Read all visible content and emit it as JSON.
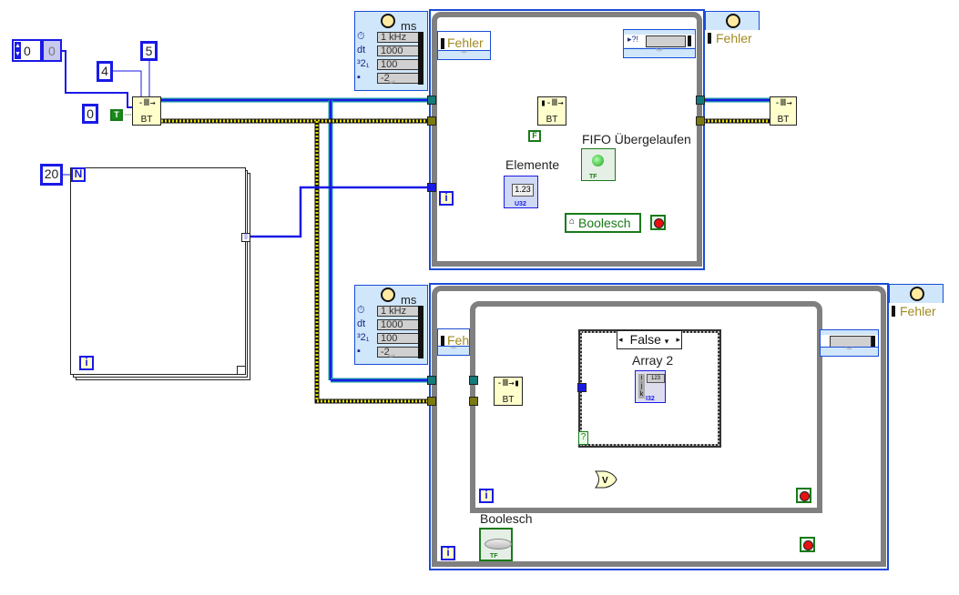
{
  "diagram": {
    "title": "LabVIEW block diagram - RT FIFO producer/consumer",
    "colors": {
      "numeric_wire": "#1a1ae6",
      "error_wire": "#c8b400",
      "boolean_wire": "#1a7a1a",
      "loop_frame": "#808080",
      "timed_loop_border": "#1a4cd6"
    }
  },
  "constants": {
    "control_spinner": "0",
    "control_indicator": "0",
    "const_4": "4",
    "const_5": "5",
    "const_0": "0",
    "bool_true": "T",
    "bool_false": "F",
    "loop_count": "20",
    "n_terminal": "N"
  },
  "nodes": {
    "create_fifo": {
      "label": "BT",
      "icon": "rt-fifo-create-icon"
    },
    "write_fifo": {
      "label": "BT",
      "icon": "rt-fifo-write-icon"
    },
    "read_fifo": {
      "label": "BT",
      "icon": "rt-fifo-read-icon"
    },
    "delete_fifo": {
      "label": "BT",
      "icon": "rt-fifo-delete-icon"
    },
    "or_gate": {
      "label": "V"
    }
  },
  "timed_loop_1": {
    "unit": "ms",
    "inputs": [
      {
        "icon": "timing-source-icon",
        "label": "",
        "value": "1 kHz"
      },
      {
        "icon": "",
        "label": "dt",
        "value": "1000"
      },
      {
        "icon": "priority-icon",
        "label": "³2₁",
        "value": "100"
      },
      {
        "icon": "processor-icon",
        "label": "",
        "value": "-2"
      }
    ],
    "error_in": "Fehler",
    "error_out": "Fehler"
  },
  "timed_loop_2": {
    "unit": "ms",
    "inputs": [
      {
        "icon": "timing-source-icon",
        "label": "",
        "value": "1 kHz"
      },
      {
        "icon": "",
        "label": "dt",
        "value": "1000"
      },
      {
        "icon": "priority-icon",
        "label": "³2₁",
        "value": "100"
      },
      {
        "icon": "processor-icon",
        "label": "",
        "value": "-2"
      }
    ],
    "error_in": "Feh",
    "error_out": "Fehler"
  },
  "indicators": {
    "elemente": {
      "label": "Elemente",
      "display": "1.23",
      "type": "U32"
    },
    "fifo_overflow": {
      "label": "FIFO Übergelaufen",
      "type": "TF"
    },
    "array2": {
      "label": "Array 2",
      "display": "123",
      "type": "I32",
      "indices": [
        "i",
        "j",
        "k"
      ]
    },
    "boolesch_local": {
      "label": "Boolesch"
    },
    "boolesch_control": {
      "label": "Boolesch",
      "type": "TF"
    }
  },
  "case_structure": {
    "selector": "False",
    "selector_terminal": "?"
  },
  "iteration_terminal": "i"
}
